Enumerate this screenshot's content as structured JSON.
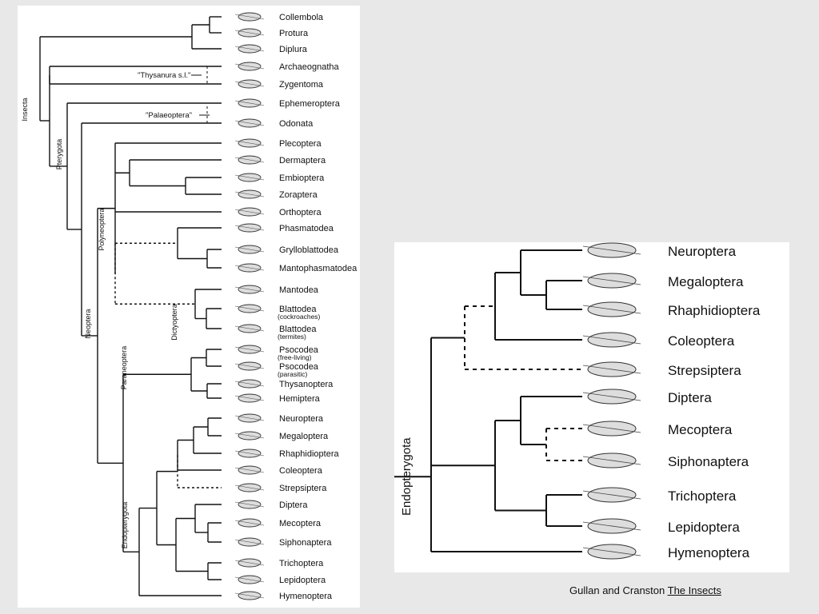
{
  "left_tree": {
    "taxa": [
      {
        "name": "Collembola"
      },
      {
        "name": "Protura"
      },
      {
        "name": "Diplura"
      },
      {
        "name": "Archaeognatha"
      },
      {
        "name": "Zygentoma"
      },
      {
        "name": "Ephemeroptera"
      },
      {
        "name": "Odonata"
      },
      {
        "name": "Plecoptera"
      },
      {
        "name": "Dermaptera"
      },
      {
        "name": "Embioptera"
      },
      {
        "name": "Zoraptera"
      },
      {
        "name": "Orthoptera"
      },
      {
        "name": "Phasmatodea"
      },
      {
        "name": "Grylloblattodea"
      },
      {
        "name": "Mantophasmatodea"
      },
      {
        "name": "Mantodea"
      },
      {
        "name": "Blattodea",
        "note": "(cockroaches)"
      },
      {
        "name": "Blattodea",
        "note": "(termites)"
      },
      {
        "name": "Psocodea",
        "note": "(free-living)"
      },
      {
        "name": "Psocodea",
        "note": "(parasitic)"
      },
      {
        "name": "Thysanoptera"
      },
      {
        "name": "Hemiptera"
      },
      {
        "name": "Neuroptera"
      },
      {
        "name": "Megaloptera"
      },
      {
        "name": "Rhaphidioptera"
      },
      {
        "name": "Coleoptera"
      },
      {
        "name": "Strepsiptera"
      },
      {
        "name": "Diptera"
      },
      {
        "name": "Mecoptera"
      },
      {
        "name": "Siphonaptera"
      },
      {
        "name": "Trichoptera"
      },
      {
        "name": "Lepidoptera"
      },
      {
        "name": "Hymenoptera"
      }
    ],
    "clade_labels": [
      "Insecta",
      "Pterygota",
      "Neoptera",
      "Polyneoptera",
      "Dictyoptera",
      "Paraneoptera",
      "Endopterygota"
    ],
    "group_notes": [
      "\"Thysanura s.l.\"",
      "\"Palaeoptera\""
    ]
  },
  "right_tree": {
    "taxa": [
      "Neuroptera",
      "Megaloptera",
      "Rhaphidioptera",
      "Coleoptera",
      "Strepsiptera",
      "Diptera",
      "Mecoptera",
      "Siphonaptera",
      "Trichoptera",
      "Lepidoptera",
      "Hymenoptera"
    ],
    "clade_label": "Endopterygota"
  },
  "citation": {
    "authors": "Gullan and Cranston",
    "title": "The Insects"
  }
}
